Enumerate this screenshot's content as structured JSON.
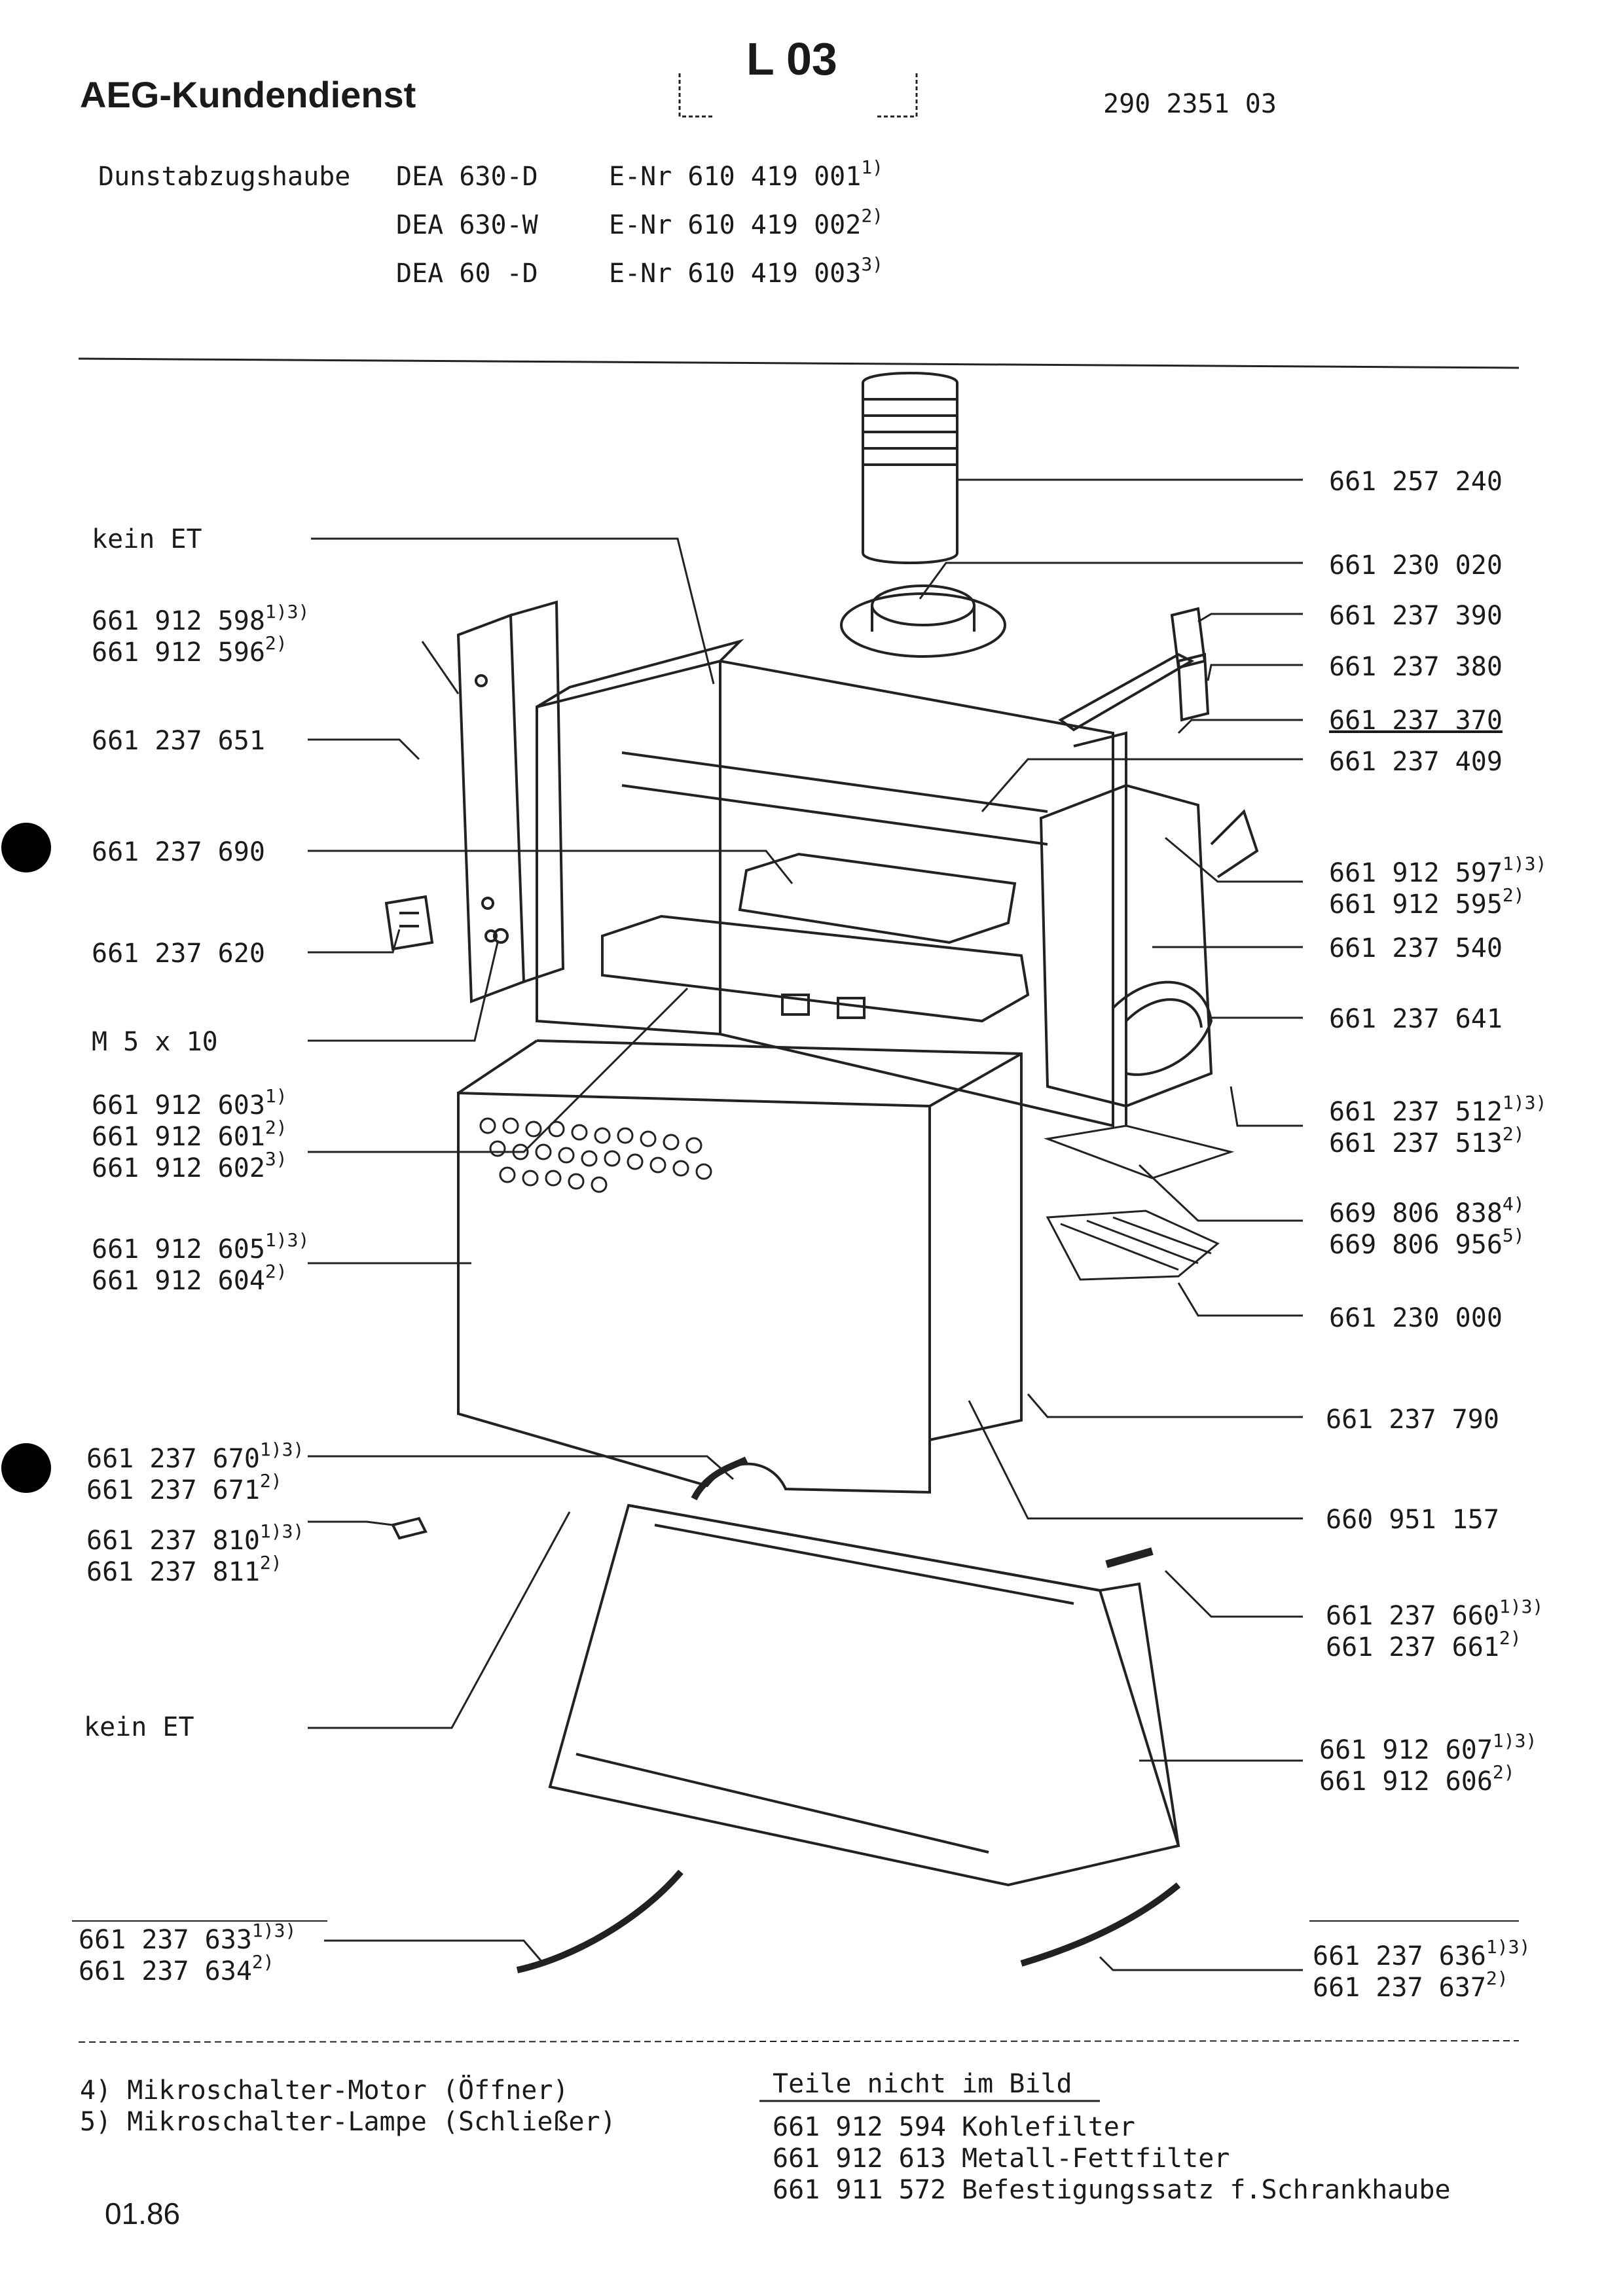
{
  "header": {
    "brand": "AEG-Kundendienst",
    "sheet": "L 03",
    "doc_number": "290 2351 03"
  },
  "models": [
    {
      "product": "Dunstabzugshaube",
      "model": "DEA 630-D",
      "enr": "E-Nr 610 419 001",
      "note": "1)"
    },
    {
      "product": "",
      "model": "DEA 630-W",
      "enr": "E-Nr 610 419 002",
      "note": "2)"
    },
    {
      "product": "",
      "model": "DEA 60 -D",
      "enr": "E-Nr 610 419 003",
      "note": "3)"
    }
  ],
  "left_labels": [
    {
      "lines": [
        {
          "part": "kein ET",
          "note": ""
        }
      ]
    },
    {
      "lines": [
        {
          "part": "661 912 598",
          "note": "1)3)"
        },
        {
          "part": "661 912 596",
          "note": "2)"
        }
      ]
    },
    {
      "lines": [
        {
          "part": "661 237 651",
          "note": ""
        }
      ]
    },
    {
      "lines": [
        {
          "part": "661 237 690",
          "note": ""
        }
      ]
    },
    {
      "lines": [
        {
          "part": "661 237 620",
          "note": ""
        }
      ]
    },
    {
      "lines": [
        {
          "part": "M 5 x 10",
          "note": ""
        }
      ]
    },
    {
      "lines": [
        {
          "part": "661 912 603",
          "note": "1)"
        },
        {
          "part": "661 912 601",
          "note": "2)"
        },
        {
          "part": "661 912 602",
          "note": "3)"
        }
      ]
    },
    {
      "lines": [
        {
          "part": "661 912 605",
          "note": "1)3)"
        },
        {
          "part": "661 912 604",
          "note": "2)"
        }
      ]
    },
    {
      "lines": [
        {
          "part": "661 237 670",
          "note": "1)3)"
        },
        {
          "part": "661 237 671",
          "note": "2)"
        }
      ]
    },
    {
      "lines": [
        {
          "part": "661 237 810",
          "note": "1)3)"
        },
        {
          "part": "661 237 811",
          "note": "2)"
        }
      ]
    },
    {
      "lines": [
        {
          "part": "kein ET",
          "note": ""
        }
      ]
    },
    {
      "lines": [
        {
          "part": "661 237 633",
          "note": "1)3)"
        },
        {
          "part": "661 237 634",
          "note": "2)"
        }
      ]
    }
  ],
  "right_labels": [
    {
      "lines": [
        {
          "part": "661 257 240",
          "note": ""
        }
      ]
    },
    {
      "lines": [
        {
          "part": "661 230 020",
          "note": ""
        }
      ]
    },
    {
      "lines": [
        {
          "part": "661 237 390",
          "note": ""
        }
      ]
    },
    {
      "lines": [
        {
          "part": "661 237 380",
          "note": ""
        }
      ]
    },
    {
      "lines": [
        {
          "part": "661 237 370",
          "note": ""
        }
      ]
    },
    {
      "lines": [
        {
          "part": "661 237 409",
          "note": ""
        }
      ]
    },
    {
      "lines": [
        {
          "part": "661 912 597",
          "note": "1)3)"
        },
        {
          "part": "661 912 595",
          "note": "2)"
        }
      ]
    },
    {
      "lines": [
        {
          "part": "661 237 540",
          "note": ""
        }
      ]
    },
    {
      "lines": [
        {
          "part": "661 237 641",
          "note": ""
        }
      ]
    },
    {
      "lines": [
        {
          "part": "661 237 512",
          "note": "1)3)"
        },
        {
          "part": "661 237 513",
          "note": "2)"
        }
      ]
    },
    {
      "lines": [
        {
          "part": "669 806 838",
          "note": "4)"
        },
        {
          "part": "669 806 956",
          "note": "5)"
        }
      ]
    },
    {
      "lines": [
        {
          "part": "661 230 000",
          "note": ""
        }
      ]
    },
    {
      "lines": [
        {
          "part": "661 237 790",
          "note": ""
        }
      ]
    },
    {
      "lines": [
        {
          "part": "660 951 157",
          "note": ""
        }
      ]
    },
    {
      "lines": [
        {
          "part": "661 237 660",
          "note": "1)3)"
        },
        {
          "part": "661 237 661",
          "note": "2)"
        }
      ]
    },
    {
      "lines": [
        {
          "part": "661 912 607",
          "note": "1)3)"
        },
        {
          "part": "661 912 606",
          "note": "2)"
        }
      ]
    },
    {
      "lines": [
        {
          "part": "661 237 636",
          "note": "1)3)"
        },
        {
          "part": "661 237 637",
          "note": "2)"
        }
      ]
    }
  ],
  "footnotes": [
    "4) Mikroschalter-Motor (Öffner)",
    "5) Mikroschalter-Lampe (Schließer)"
  ],
  "parts_not_shown": {
    "heading": "Teile nicht im Bild",
    "items": [
      "661 912 594 Kohlefilter",
      "661 912 613 Metall-Fettfilter",
      "661 911 572 Befestigungssatz f.Schrankhaube"
    ]
  },
  "date": "01.86"
}
